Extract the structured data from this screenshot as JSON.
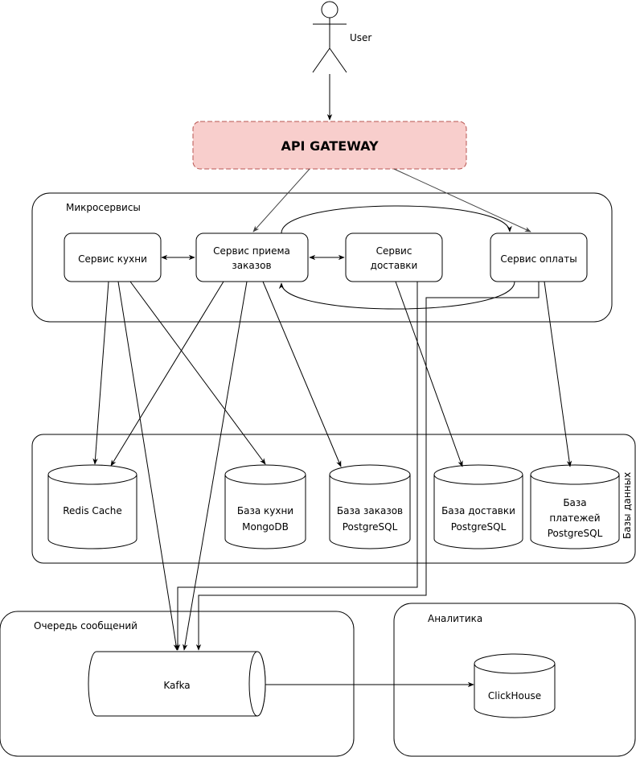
{
  "actor": {
    "label": "User"
  },
  "gateway": {
    "label": "API GATEWAY",
    "fill": "#f8cecc",
    "stroke": "#b85450"
  },
  "groups": {
    "microservices": "Микросервисы",
    "databases": "Базы данных",
    "queue": "Очередь сообщений",
    "analytics": "Аналитика"
  },
  "services": {
    "kitchen": "Сервис кухни",
    "orders_l1": "Сервис приема",
    "orders_l2": "заказов",
    "delivery_l1": "Сервис",
    "delivery_l2": "доставки",
    "payment": "Сервис оплаты"
  },
  "databases": {
    "redis": "Redis Cache",
    "kitchen_db_l1": "База кухни",
    "kitchen_db_l2": "MongoDB",
    "orders_db_l1": "База заказов",
    "orders_db_l2": "PostgreSQL",
    "delivery_db_l1": "База доставки",
    "delivery_db_l2": "PostgreSQL",
    "payments_db_l1": "База",
    "payments_db_l2": "платежей",
    "payments_db_l3": "PostgreSQL"
  },
  "queue": {
    "kafka": "Kafka"
  },
  "analytics": {
    "clickhouse": "ClickHouse"
  }
}
